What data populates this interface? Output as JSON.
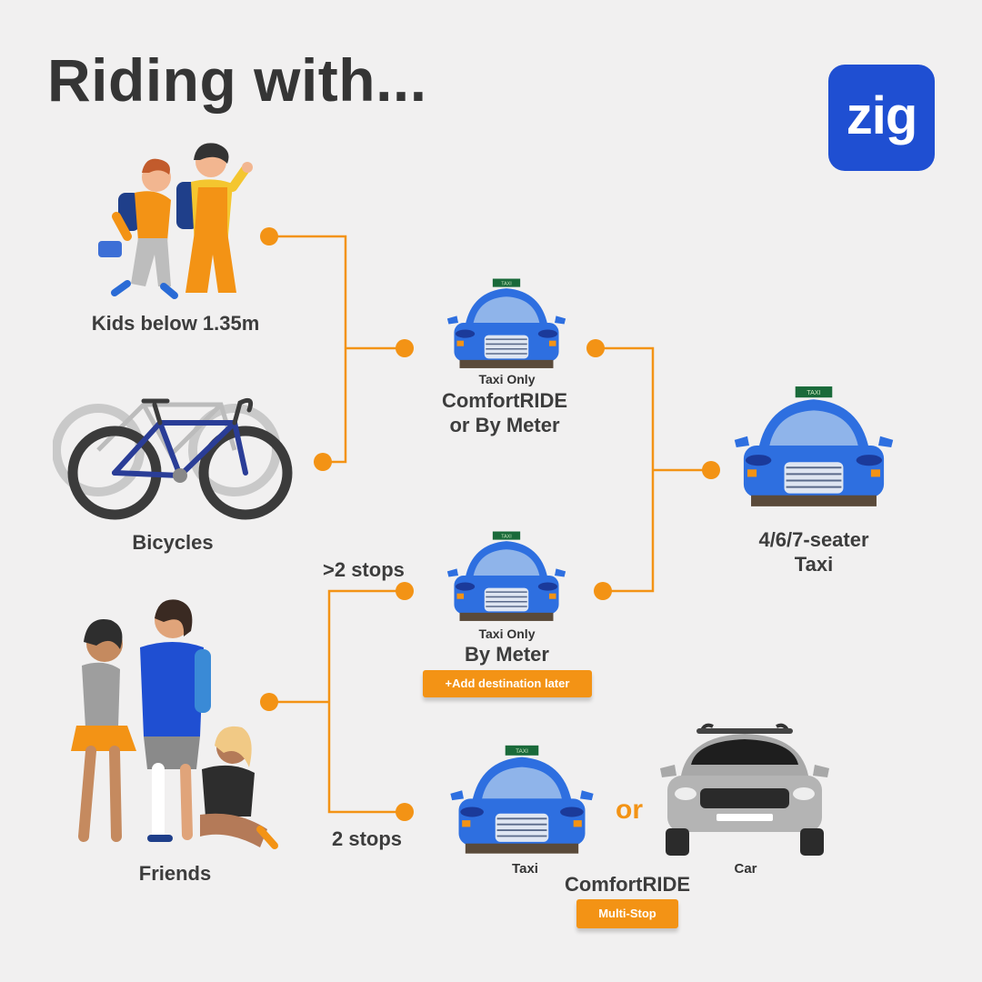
{
  "title": "Riding with...",
  "logo": {
    "text": "zig",
    "color": "#1f4fd2"
  },
  "accent_color": "#f39315",
  "groups": {
    "kids": {
      "label": "Kids below 1.35m",
      "icon": "kids-illustration"
    },
    "bicycles": {
      "label": "Bicycles",
      "icon": "bicycles-illustration"
    },
    "friends": {
      "label": "Friends",
      "icon": "friends-illustration"
    }
  },
  "branches": {
    "more_stops": ">2 stops",
    "two_stops": "2 stops"
  },
  "options": {
    "comfortride_meter": {
      "caption": "Taxi Only",
      "title_line1": "ComfortRIDE",
      "title_line2": "or By Meter"
    },
    "by_meter": {
      "caption": "Taxi Only",
      "title": "By Meter",
      "tag": "+Add destination later"
    },
    "multi_stop": {
      "taxi_caption": "Taxi",
      "or_text": "or",
      "car_caption": "Car",
      "title": "ComfortRIDE",
      "tag": "Multi-Stop"
    },
    "seater": {
      "title_line1": "4/6/7-seater",
      "title_line2": "Taxi"
    }
  },
  "taxi_sign": "TAXI"
}
